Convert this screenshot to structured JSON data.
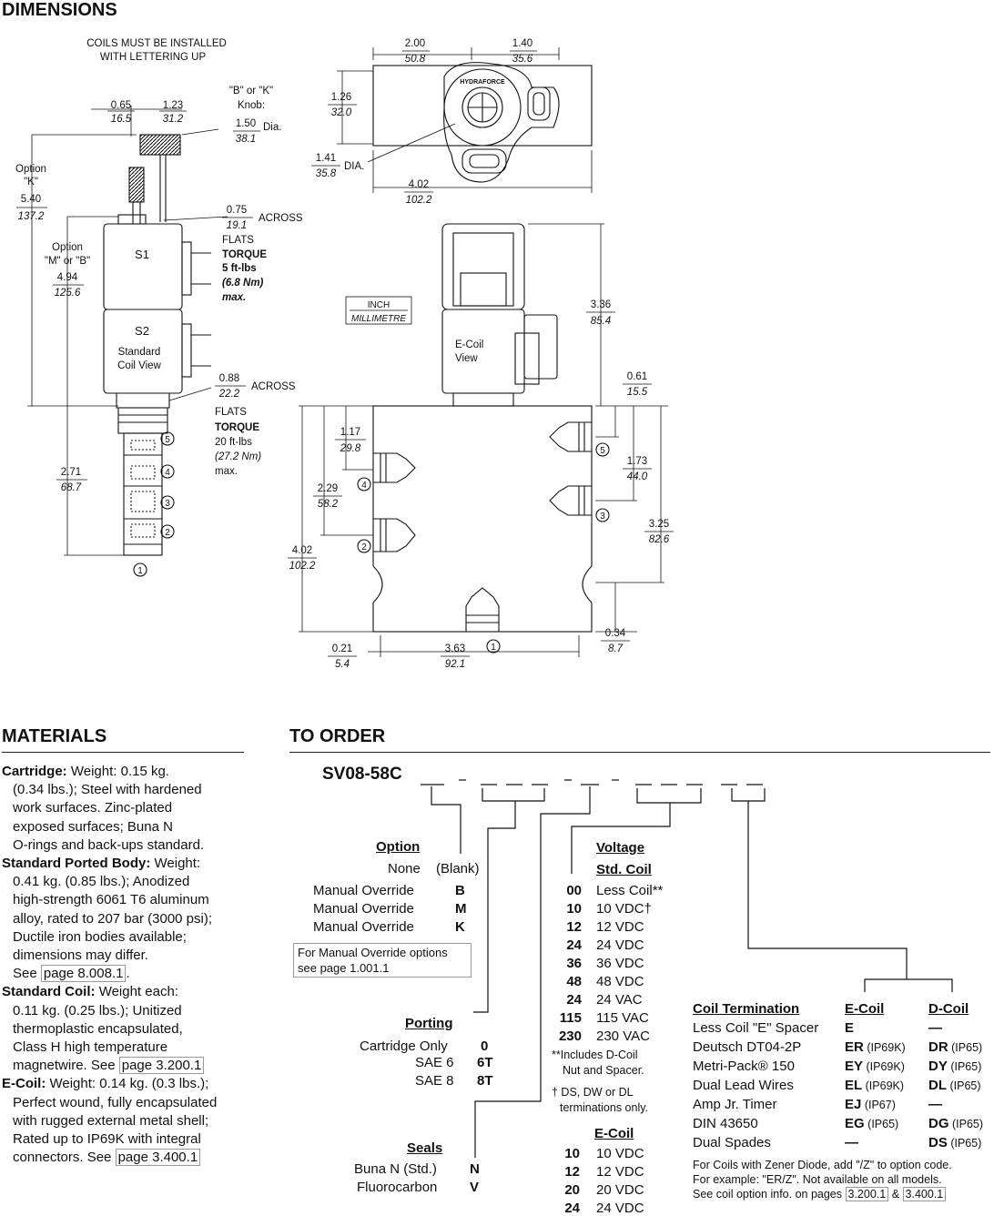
{
  "headings": {
    "dimensions": "DIMENSIONS",
    "materials": "MATERIALS",
    "to_order": "TO ORDER"
  },
  "diagram": {
    "coil_note_1": "COILS MUST BE INSTALLED",
    "coil_note_2": "WITH LETTERING UP",
    "knob_1": "\"B\" or \"K\"",
    "knob_2": "Knob:",
    "knob_dia_in": "1.50",
    "knob_dia_mm": "38.1",
    "knob_dia_suffix": "Dia.",
    "d065_in": "0.65",
    "d065_mm": "16.5",
    "d123_in": "1.23",
    "d123_mm": "31.2",
    "opt_k_1": "Option",
    "opt_k_2": "\"K\"",
    "d540_in": "5.40",
    "d540_mm": "137.2",
    "opt_mb_1": "Option",
    "opt_mb_2": "\"M\" or \"B\"",
    "d494_in": "4.94",
    "d494_mm": "125.6",
    "d075_in": "0.75",
    "d075_mm": "19.1",
    "across": "ACROSS",
    "flats": "FLATS",
    "torque": "TORQUE",
    "torque1_a": "5 ft-lbs",
    "torque1_b": "(6.8 Nm)",
    "torque1_c": "max.",
    "s1": "S1",
    "s2": "S2",
    "std_coil_1": "Standard",
    "std_coil_2": "Coil View",
    "d088_in": "0.88",
    "d088_mm": "22.2",
    "torque2_a": "20 ft-lbs",
    "torque2_b": "(27.2 Nm)",
    "torque2_c": "max.",
    "d271_in": "2.71",
    "d271_mm": "68.7",
    "p1": "1",
    "p2": "2",
    "p3": "3",
    "p4": "4",
    "p5": "5",
    "d200_in": "2.00",
    "d200_mm": "50.8",
    "d140_in": "1.40",
    "d140_mm": "35.6",
    "d126_in": "1.26",
    "d126_mm": "32.0",
    "d141_in": "1.41",
    "d141_mm": "35.8",
    "dia": "DIA.",
    "d402a_in": "4.02",
    "d402a_mm": "102.2",
    "unit_inch": "INCH",
    "unit_mm": "MILLIMETRE",
    "ecoil_1": "E-Coil",
    "ecoil_2": "View",
    "d336_in": "3.36",
    "d336_mm": "85.4",
    "d061_in": "0.61",
    "d061_mm": "15.5",
    "d117_in": "1.17",
    "d117_mm": "29.8",
    "d229_in": "2.29",
    "d229_mm": "58.2",
    "d173_in": "1.73",
    "d173_mm": "44.0",
    "d325_in": "3.25",
    "d325_mm": "82.6",
    "d402b_in": "4.02",
    "d402b_mm": "102.2",
    "d034_in": "0.34",
    "d034_mm": "8.7",
    "d021_in": "0.21",
    "d021_mm": "5.4",
    "d363_in": "3.63",
    "d363_mm": "92.1",
    "logo": "HYDRAFORCE"
  },
  "materials": {
    "cartridge_label": "Cartridge:",
    "cartridge_1": "Weight: 0.15 kg.",
    "cartridge_2": "(0.34 lbs.); Steel with hardened",
    "cartridge_3": "work surfaces. Zinc-plated",
    "cartridge_4": "exposed surfaces; Buna N",
    "cartridge_5": "O-rings and back-ups standard.",
    "body_label": "Standard Ported Body:",
    "body_1": "Weight:",
    "body_2": "0.41 kg. (0.85 lbs.); Anodized",
    "body_3": "high-strength 6061 T6 aluminum",
    "body_4": "alloy, rated to 207 bar (3000 psi);",
    "body_5": "Ductile iron bodies available;",
    "body_6": "dimensions may differ.",
    "body_7": "See",
    "body_link": "page 8.008.1",
    "coil_label": "Standard Coil:",
    "coil_1": "Weight each:",
    "coil_2": "0.11 kg. (0.25 lbs.); Unitized",
    "coil_3": "thermoplastic encapsulated,",
    "coil_4": "Class H high temperature",
    "coil_5": "magnetwire. See",
    "coil_link": "page 3.200.1",
    "ecoil_label": "E-Coil:",
    "ecoil_1": "Weight: 0.14 kg. (0.3 lbs.);",
    "ecoil_2": "Perfect wound, fully encapsulated",
    "ecoil_3": "with rugged external metal shell;",
    "ecoil_4": "Rated up to IP69K with integral",
    "ecoil_5": "connectors. See",
    "ecoil_link": "page 3.400.1"
  },
  "order": {
    "model": "SV08-58C",
    "option": {
      "title": "Option",
      "rows": [
        {
          "label": "None",
          "code": "(Blank)"
        },
        {
          "label": "Manual Override",
          "code": "B"
        },
        {
          "label": "Manual Override",
          "code": "M"
        },
        {
          "label": "Manual Override",
          "code": "K"
        }
      ],
      "note_1": "For Manual Override options",
      "note_2": "see page 1.001.1"
    },
    "porting": {
      "title": "Porting",
      "rows": [
        {
          "label": "Cartridge Only",
          "code": "0"
        },
        {
          "label": "SAE 6",
          "code": "6T"
        },
        {
          "label": "SAE 8",
          "code": "8T"
        }
      ]
    },
    "seals": {
      "title": "Seals",
      "rows": [
        {
          "label": "Buna N (Std.)",
          "code": "N"
        },
        {
          "label": "Fluorocarbon",
          "code": "V"
        }
      ]
    },
    "voltage": {
      "title": "Voltage",
      "std_title": "Std. Coil",
      "std_rows": [
        {
          "code": "00",
          "label": "Less Coil**"
        },
        {
          "code": "10",
          "label": "10 VDC†"
        },
        {
          "code": "12",
          "label": "12 VDC"
        },
        {
          "code": "24",
          "label": "24 VDC"
        },
        {
          "code": "36",
          "label": "36 VDC"
        },
        {
          "code": "48",
          "label": "48 VDC"
        },
        {
          "code": "24",
          "label": "24 VAC"
        },
        {
          "code": "115",
          "label": "115 VAC"
        },
        {
          "code": "230",
          "label": "230 VAC"
        }
      ],
      "note1_a": "**Includes D-Coil",
      "note1_b": "Nut and Spacer.",
      "note2_a": "† DS, DW or DL",
      "note2_b": "terminations only.",
      "e_title": "E-Coil",
      "e_rows": [
        {
          "code": "10",
          "label": "10 VDC"
        },
        {
          "code": "12",
          "label": "12 VDC"
        },
        {
          "code": "20",
          "label": "20 VDC"
        },
        {
          "code": "24",
          "label": "24 VDC"
        }
      ]
    },
    "termination": {
      "title": "Coil Termination",
      "ecoil_title": "E-Coil",
      "dcoil_title": "D-Coil",
      "rows": [
        {
          "label": "Less Coil \"E\" Spacer",
          "e": "E",
          "e_ip": "",
          "d": "—",
          "d_ip": ""
        },
        {
          "label": "Deutsch DT04-2P",
          "e": "ER",
          "e_ip": "(IP69K)",
          "d": "DR",
          "d_ip": "(IP65)"
        },
        {
          "label": "Metri-Pack® 150",
          "e": "EY",
          "e_ip": "(IP69K)",
          "d": "DY",
          "d_ip": "(IP65)"
        },
        {
          "label": "Dual Lead Wires",
          "e": "EL",
          "e_ip": "(IP69K)",
          "d": "DL",
          "d_ip": "(IP65)"
        },
        {
          "label": "Amp Jr. Timer",
          "e": "EJ",
          "e_ip": "(IP67)",
          "d": "—",
          "d_ip": ""
        },
        {
          "label": "DIN 43650",
          "e": "EG",
          "e_ip": "(IP65)",
          "d": "DG",
          "d_ip": "(IP65)"
        },
        {
          "label": "Dual Spades",
          "e": "—",
          "e_ip": "",
          "d": "DS",
          "d_ip": "(IP65)"
        }
      ],
      "foot_1": "For Coils with Zener Diode, add \"/Z\" to option code.",
      "foot_2": "For example: \"ER/Z\". Not available on all models.",
      "foot_3": "See coil option info. on pages",
      "foot_link1": "3.200.1",
      "foot_amp": "&",
      "foot_link2": "3.400.1"
    }
  }
}
